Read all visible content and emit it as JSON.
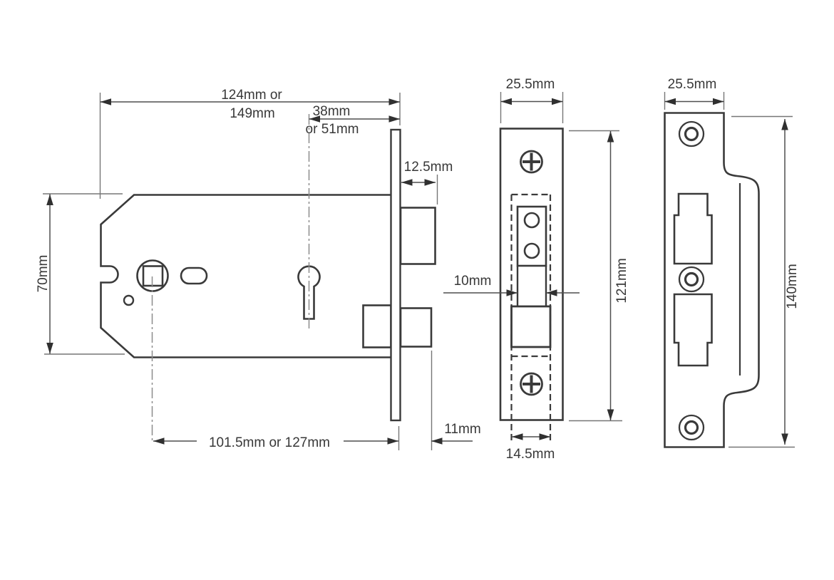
{
  "colors": {
    "outline": "#3a3a3a",
    "dimension": "#4f4f4f",
    "extension": "#767676",
    "centerline": "#8c8c8c",
    "arrow": "#303030",
    "text": "#383838",
    "background": "#ffffff"
  },
  "views": {
    "side": {
      "description": "horizontal mortice lock case side view",
      "dims": {
        "case_length_1": "124mm or",
        "case_length_2": "149mm",
        "backset_alt_1": "38mm",
        "backset_alt_2": "or 51mm",
        "latch_protrusion": "12.5mm",
        "case_height": "70mm",
        "backset_main": "101.5mm or 127mm",
        "deadbolt_throw": "11mm"
      }
    },
    "forend": {
      "description": "forend faceplate front view",
      "dims": {
        "width": "25.5mm",
        "height": "121mm",
        "latch_width": "10mm",
        "deadbolt_width": "14.5mm"
      }
    },
    "strike": {
      "description": "strike plate front view",
      "dims": {
        "width": "25.5mm",
        "height": "140mm"
      }
    }
  }
}
